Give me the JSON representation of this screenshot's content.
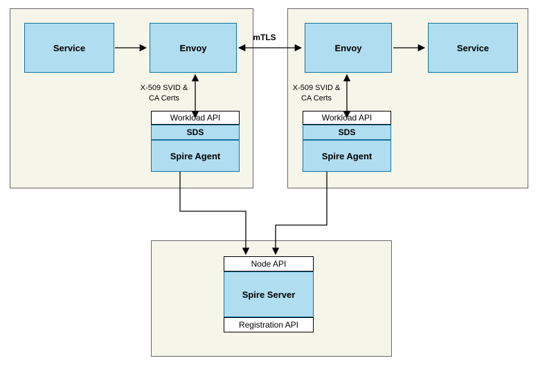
{
  "colors": {
    "canvas_bg": "#ffffff",
    "container_fill": "#f5f5e9",
    "container_stroke": "#666666",
    "node_fill": "#b1ddf0",
    "node_stroke": "#10739e",
    "api_fill": "#ffffff",
    "api_stroke": "#000000",
    "connector": "#000000"
  },
  "left_node": {
    "service": "Service",
    "envoy": "Envoy",
    "cert_line1": "X-509 SVID &",
    "cert_line2": "CA Certs",
    "workload_api": "Workload API",
    "sds": "SDS",
    "spire_agent": "Spire Agent"
  },
  "right_node": {
    "envoy": "Envoy",
    "service": "Service",
    "cert_line1": "X-509 SVID &",
    "cert_line2": "CA Certs",
    "workload_api": "Workload API",
    "sds": "SDS",
    "spire_agent": "Spire Agent"
  },
  "server_node": {
    "node_api": "Node API",
    "spire_server": "Spire Server",
    "registration_api": "Registration API"
  },
  "labels": {
    "mtls": "mTLS"
  }
}
